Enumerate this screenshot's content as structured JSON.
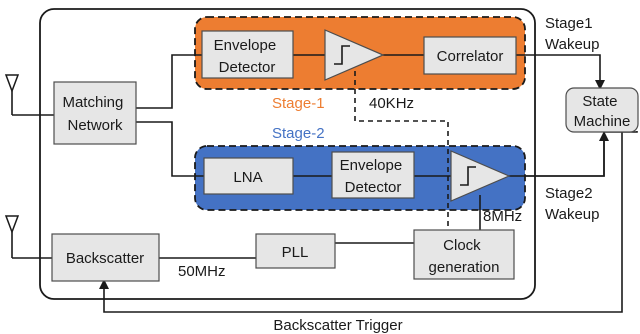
{
  "blocks": {
    "matching_network": [
      "Matching",
      "Network"
    ],
    "envelope_detector_1": [
      "Envelope",
      "Detector"
    ],
    "correlator": "Correlator",
    "lna": "LNA",
    "envelope_detector_2": [
      "Envelope",
      "Detector"
    ],
    "state_machine": [
      "State",
      "Machine"
    ],
    "backscatter": "Backscatter",
    "pll": "PLL",
    "clock_generation": [
      "Clock",
      "generation"
    ]
  },
  "stages": {
    "stage1": {
      "label": "Stage-1",
      "color": "#ed7d31"
    },
    "stage2": {
      "label": "Stage-2",
      "color": "#4472c4"
    }
  },
  "signals": {
    "stage1_wakeup": [
      "Stage1",
      "Wakeup"
    ],
    "stage2_wakeup": [
      "Stage2",
      "Wakeup"
    ],
    "freq_40khz": "40KHz",
    "freq_8mhz": "8MHz",
    "freq_50mhz": "50MHz",
    "backscatter_trigger": "Backscatter Trigger"
  }
}
